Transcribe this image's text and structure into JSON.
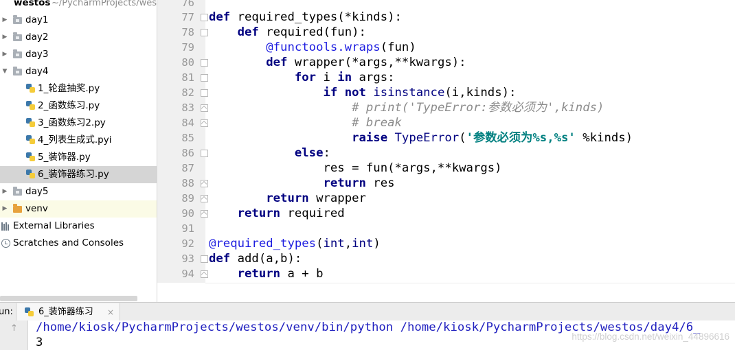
{
  "project_tree": {
    "root": {
      "name": "westos",
      "path": "~/PycharmProjects/wes"
    },
    "items": [
      {
        "label": "day1",
        "type": "folder"
      },
      {
        "label": "day2",
        "type": "folder"
      },
      {
        "label": "day3",
        "type": "folder"
      },
      {
        "label": "day4",
        "type": "folder",
        "expanded": true
      },
      {
        "label": "1_轮盘抽奖.py",
        "type": "python-file"
      },
      {
        "label": "2_函数练习.py",
        "type": "python-file"
      },
      {
        "label": "3_函数练习2.py",
        "type": "python-file"
      },
      {
        "label": "4_列表生成式.pyi",
        "type": "python-file"
      },
      {
        "label": "5_装饰器.py",
        "type": "python-file"
      },
      {
        "label": "6_装饰器练习.py",
        "type": "python-file",
        "selected": true
      },
      {
        "label": "day5",
        "type": "folder"
      },
      {
        "label": "venv",
        "type": "folder-excluded"
      },
      {
        "label": "External Libraries",
        "type": "library"
      },
      {
        "label": "Scratches and Consoles",
        "type": "scratches"
      }
    ]
  },
  "editor": {
    "partial_top_line": "76",
    "lines": [
      {
        "num": "77",
        "code": "def required_types(*kinds):"
      },
      {
        "num": "78",
        "code": "    def required(fun):"
      },
      {
        "num": "79",
        "code": "        @functools.wraps(fun)"
      },
      {
        "num": "80",
        "code": "        def wrapper(*args,**kwargs):"
      },
      {
        "num": "81",
        "code": "            for i in args:"
      },
      {
        "num": "82",
        "code": "                if not isinstance(i,kinds):"
      },
      {
        "num": "83",
        "code": "                    # print('TypeError:参数必须为',kinds)"
      },
      {
        "num": "84",
        "code": "                    # break"
      },
      {
        "num": "85",
        "code": "                    raise TypeError('参数必须为%s,%s' %kinds)"
      },
      {
        "num": "86",
        "code": "            else:"
      },
      {
        "num": "87",
        "code": "                res = fun(*args,**kwargs)"
      },
      {
        "num": "88",
        "code": "                return res"
      },
      {
        "num": "89",
        "code": "        return wrapper"
      },
      {
        "num": "90",
        "code": "    return required"
      },
      {
        "num": "91",
        "code": ""
      },
      {
        "num": "92",
        "code": "@required_types(int,int)"
      },
      {
        "num": "93",
        "code": "def add(a,b):"
      },
      {
        "num": "94",
        "code": "    return a + b"
      }
    ]
  },
  "run_panel": {
    "label": "un:",
    "tab_label": "6_装饰器练习",
    "tab_close": "×",
    "output": [
      "/home/kiosk/PycharmProjects/westos/venv/bin/python /home/kiosk/PycharmProjects/westos/day4/6_",
      "3"
    ],
    "watermark": "https://blog.csdn.net/weixin_44896616"
  },
  "colors": {
    "keyword": "#000080",
    "decorator": "#1d1de0",
    "comment": "#8c8c8c",
    "string": "#008080",
    "selection": "#d5d5d5",
    "gutter": "#f0f0f0",
    "output_path": "#1f1fbf"
  }
}
